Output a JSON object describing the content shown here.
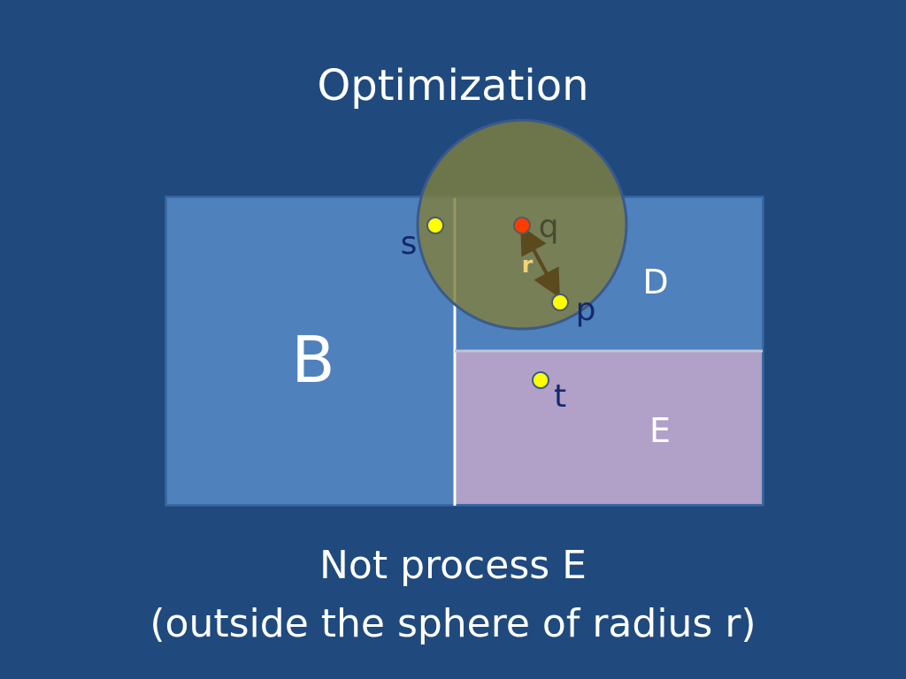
{
  "slide": {
    "title": "Optimization",
    "caption_line1": "Not process E",
    "caption_line2": "(outside the sphere of radius r)"
  },
  "diagram": {
    "regions": {
      "B": "B",
      "D": "D",
      "E": "E"
    },
    "points": {
      "s": "s",
      "q": "q",
      "p": "p",
      "t": "t"
    },
    "radius_label": "r",
    "colors": {
      "background": "#204a7d",
      "region_blue": "#4f81bd",
      "region_purple": "#b1a0c7",
      "sphere_fill": "#7f7f3f",
      "point_yellow": "#ffff00",
      "query_point": "#ff3b00",
      "arrow": "#5a4a1e",
      "radius_label": "#f2d27a",
      "divider_line": "#ffffff"
    }
  }
}
